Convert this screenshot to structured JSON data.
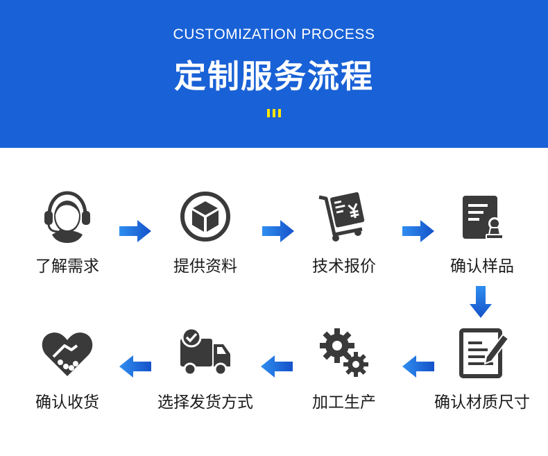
{
  "header": {
    "subtitle": "CUSTOMIZATION PROCESS",
    "title": "定制服务流程"
  },
  "colors": {
    "header_bg": "#1961d6",
    "accent_bars": "#ffe600",
    "icon": "#3a3a3a",
    "arrow_light": "#2f8ef0",
    "arrow_dark": "#1552c9"
  },
  "steps": [
    {
      "label": "了解需求",
      "icon": "headset-agent-icon"
    },
    {
      "label": "提供资料",
      "icon": "package-box-icon"
    },
    {
      "label": "技术报价",
      "icon": "cart-quote-icon"
    },
    {
      "label": "确认样品",
      "icon": "document-stamp-icon"
    },
    {
      "label": "确认材质尺寸",
      "icon": "form-pen-icon"
    },
    {
      "label": "加工生产",
      "icon": "gears-icon"
    },
    {
      "label": "选择发货方式",
      "icon": "delivery-truck-icon"
    },
    {
      "label": "确认收货",
      "icon": "handshake-heart-icon"
    }
  ]
}
